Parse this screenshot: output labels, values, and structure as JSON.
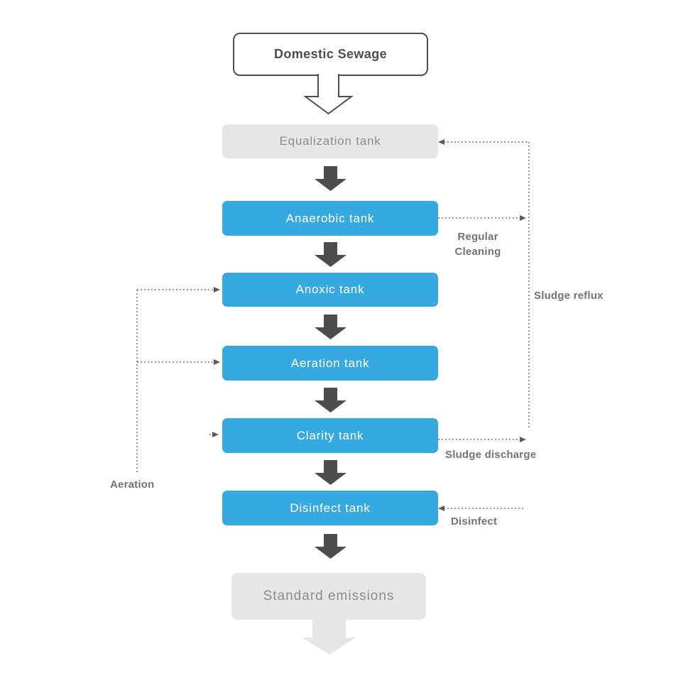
{
  "diagram": {
    "nodes": [
      {
        "id": "domestic-sewage",
        "label": "Domestic Sewage",
        "type": "start"
      },
      {
        "id": "equalization-tank",
        "label": "Equalization tank",
        "type": "gray"
      },
      {
        "id": "anaerobic-tank",
        "label": "Anaerobic tank",
        "type": "blue"
      },
      {
        "id": "anoxic-tank",
        "label": "Anoxic tank",
        "type": "blue"
      },
      {
        "id": "aeration-tank",
        "label": "Aeration tank",
        "type": "blue"
      },
      {
        "id": "clarity-tank",
        "label": "Clarity tank",
        "type": "blue"
      },
      {
        "id": "disinfect-tank",
        "label": "Disinfect tank",
        "type": "blue"
      },
      {
        "id": "standard-emissions",
        "label": "Standard emissions",
        "type": "end"
      }
    ],
    "annotations": {
      "regular_cleaning": "Regular Cleaning",
      "sludge_reflux": "Sludge reflux",
      "sludge_discharge": "Sludge discharge",
      "disinfect": "Disinfect",
      "aeration": "Aeration"
    },
    "colors": {
      "blue": "#36A9E1",
      "gray_box": "#E6E6E6",
      "dark": "#4D4D4D",
      "dotted": "#595959",
      "gray_text": "#8C8C8C",
      "label_text": "#737373",
      "white_text": "#FFFFFF",
      "background": "#FFFFFF"
    }
  }
}
